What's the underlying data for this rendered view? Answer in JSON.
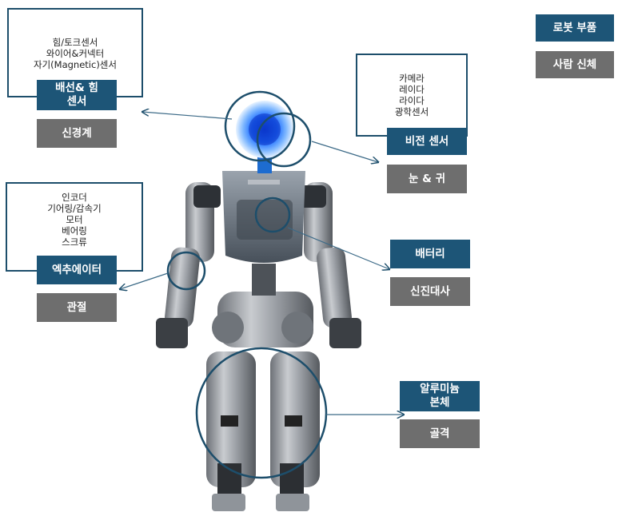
{
  "legend": {
    "robot_parts": "로봇 부품",
    "human_body": "사람 신체"
  },
  "colors": {
    "robot_part_tag": "#1d5577",
    "human_body_tag": "#6e6e6e",
    "outline": "#1d4e6b",
    "eye_glow": "#1e6fff"
  },
  "callouts": {
    "wiring": {
      "details": [
        "힘/토크센서",
        "와이어&커넥터",
        "자기(Magnetic)센서"
      ],
      "part_label": [
        "배선& 힘",
        "센서"
      ],
      "body_label": "신경계"
    },
    "vision": {
      "details": [
        "카메라",
        "레이다",
        "라이다",
        "광학센서"
      ],
      "part_label": [
        "비전 센서"
      ],
      "body_label": "눈 & 귀"
    },
    "actuator": {
      "details": [
        "인코더",
        "기어링/감속기",
        "모터",
        "베어링",
        "스크류"
      ],
      "part_label": [
        "엑추에이터"
      ],
      "body_label": "관절"
    },
    "battery": {
      "part_label": [
        "배터리"
      ],
      "body_label": "신진대사"
    },
    "aluminum": {
      "part_label": [
        "알루미늄",
        "본체"
      ],
      "body_label": "골격"
    }
  }
}
